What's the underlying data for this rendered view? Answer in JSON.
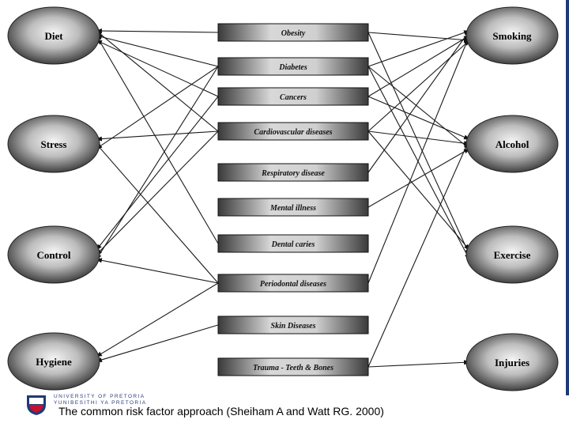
{
  "risk_factors": [
    {
      "id": "diet",
      "label": "Diet"
    },
    {
      "id": "stress",
      "label": "Stress"
    },
    {
      "id": "control",
      "label": "Control"
    },
    {
      "id": "hygiene",
      "label": "Hygiene"
    }
  ],
  "lifestyle_factors": [
    {
      "id": "smoking",
      "label": "Smoking"
    },
    {
      "id": "alcohol",
      "label": "Alcohol"
    },
    {
      "id": "exercise",
      "label": "Exercise"
    },
    {
      "id": "injuries",
      "label": "Injuries"
    }
  ],
  "diseases": [
    {
      "id": "obesity",
      "label": "Obesity"
    },
    {
      "id": "diabetes",
      "label": "Diabetes"
    },
    {
      "id": "cancers",
      "label": "Cancers"
    },
    {
      "id": "cardiovascular",
      "label": "Cardiovascular diseases"
    },
    {
      "id": "respiratory",
      "label": "Respiratory disease"
    },
    {
      "id": "mental",
      "label": "Mental illness"
    },
    {
      "id": "dental",
      "label": "Dental caries"
    },
    {
      "id": "periodontal",
      "label": "Periodontal diseases"
    },
    {
      "id": "skin",
      "label": "Skin Diseases"
    },
    {
      "id": "trauma",
      "label": "Trauma - Teeth & Bones"
    }
  ],
  "links": [
    [
      "diet",
      "obesity"
    ],
    [
      "diet",
      "diabetes"
    ],
    [
      "diet",
      "cancers"
    ],
    [
      "diet",
      "cardiovascular"
    ],
    [
      "diet",
      "dental"
    ],
    [
      "stress",
      "diabetes"
    ],
    [
      "stress",
      "cardiovascular"
    ],
    [
      "stress",
      "periodontal"
    ],
    [
      "control",
      "diabetes"
    ],
    [
      "control",
      "cancers"
    ],
    [
      "control",
      "cardiovascular"
    ],
    [
      "control",
      "periodontal"
    ],
    [
      "hygiene",
      "periodontal"
    ],
    [
      "hygiene",
      "skin"
    ],
    [
      "smoking",
      "obesity"
    ],
    [
      "smoking",
      "diabetes"
    ],
    [
      "smoking",
      "cancers"
    ],
    [
      "smoking",
      "cardiovascular"
    ],
    [
      "smoking",
      "respiratory"
    ],
    [
      "smoking",
      "periodontal"
    ],
    [
      "alcohol",
      "diabetes"
    ],
    [
      "alcohol",
      "cancers"
    ],
    [
      "alcohol",
      "cardiovascular"
    ],
    [
      "alcohol",
      "mental"
    ],
    [
      "alcohol",
      "trauma"
    ],
    [
      "exercise",
      "obesity"
    ],
    [
      "exercise",
      "diabetes"
    ],
    [
      "exercise",
      "cardiovascular"
    ],
    [
      "injuries",
      "trauma"
    ]
  ],
  "logo": {
    "line1": "UNIVERSITY OF PRETORIA",
    "line2": "YUNIBESITHI YA PRETORIA"
  },
  "caption": "The common risk factor approach (Sheiham A and Watt RG. 2000)",
  "colors": {
    "oval_dark": "#2a2a2a",
    "oval_light": "#f0f0f0",
    "box_dark": "#3a3a3a",
    "box_light": "#d8d8d8",
    "accent": "#1f3a78"
  }
}
